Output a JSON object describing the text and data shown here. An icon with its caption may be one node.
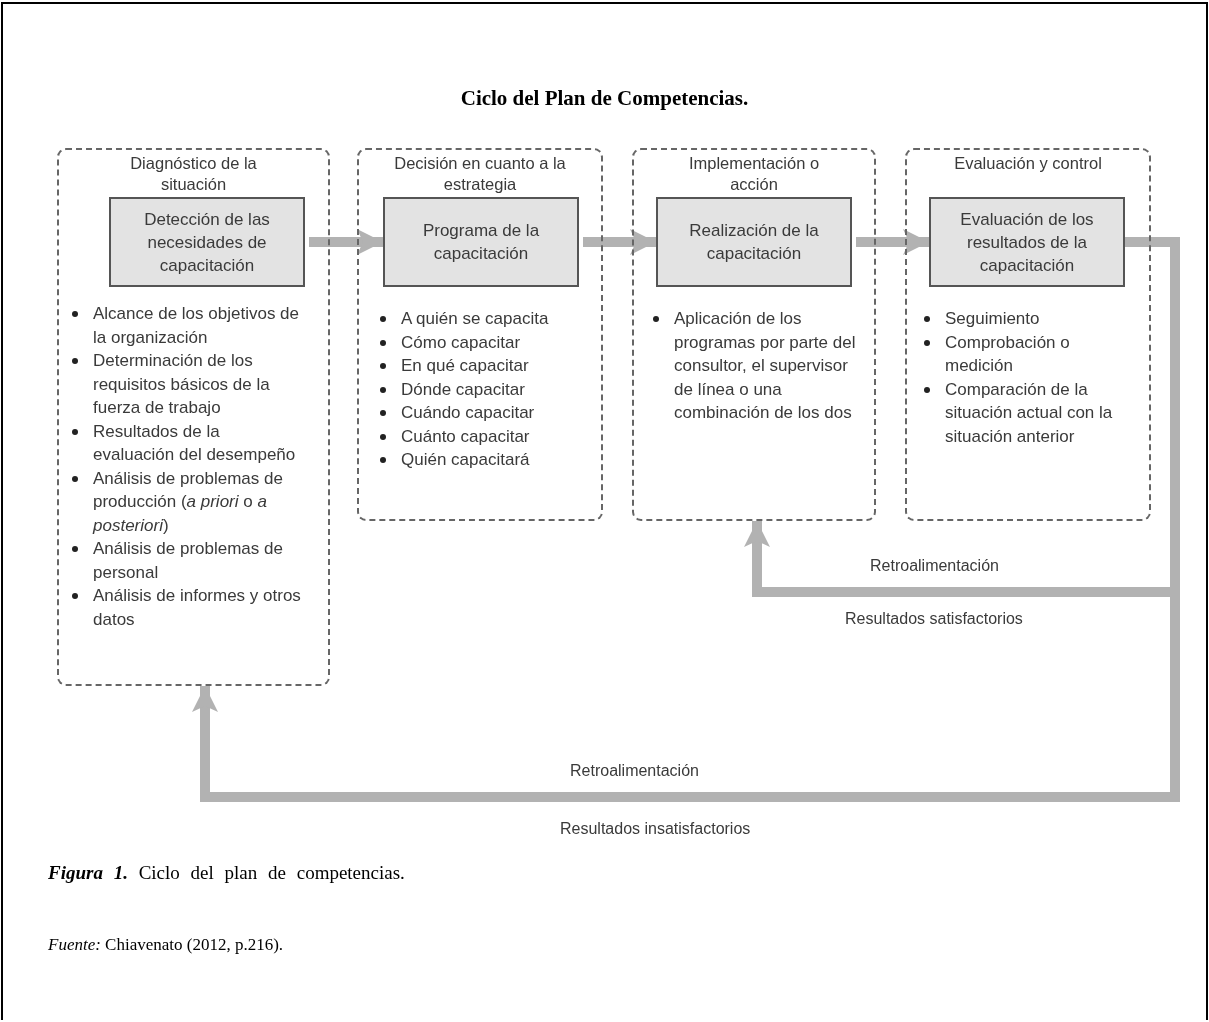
{
  "diagram": {
    "title": "Ciclo del Plan de Competencias.",
    "caption": "**Figura 1.** Ciclo del plan de competencias.",
    "nodes": [
      {
        "text": [
          "Diagnóstico de la situación",
          "Alcance de los objetivos de la organización",
          "Determinación de los requisitos básicos de la fuerza de trabajo",
          "Resultados de la evaluación del desempeño",
          "Análisis de problemas de producción (*a priori* o *a posteriori*)",
          "Análisis de problemas de personal",
          "Análisis de informes y otros datos"
        ]
      },
      {
        "text": [
          "Detección de las necesidades de capacitación"
        ],
        "in": 0
      },
      {
        "text": [
          "Decisión en cuanto a la estrategia",
          "A quién se capacita",
          "Cómo capacitar",
          "En qué capacitar",
          "Dónde capacitar",
          "Cuándo capacitar",
          "Cuánto capacitar",
          "Quién capacitará"
        ]
      },
      {
        "text": [
          "Programa de la capacitación"
        ],
        "in": 2
      },
      {
        "text": [
          "Implementación o acción",
          "Aplicación de los programas por parte del consultor, el supervisor de línea o una combinación de los dos"
        ]
      },
      {
        "text": [
          "Realización de la capacitación"
        ],
        "in": 4
      },
      {
        "text": [
          "Evaluación y control",
          "Seguimiento",
          "Comprobación o medición",
          "Comparación de la situación actual con la situación anterior"
        ]
      },
      {
        "text": [
          "Evaluación de los resultados de la capacitación"
        ],
        "in": 6
      }
    ],
    "edges": [
      {
        "from": 1,
        "to": 3,
        "arrow": "to"
      },
      {
        "from": 3,
        "to": 5,
        "arrow": "to"
      },
      {
        "from": 5,
        "to": 7,
        "arrow": "to"
      },
      {
        "from": 7,
        "to": 4,
        "arrow": "to",
        "label": "Retroalimentación"
      },
      {
        "from": 7,
        "to": 0,
        "arrow": "to",
        "label": "Retroalimentación"
      }
    ],
    "labels": [
      "Resultados satisfactorios",
      "Resultados insatisfactorios",
      "*Fuente:* Chiavenato (2012, p.216)."
    ]
  }
}
